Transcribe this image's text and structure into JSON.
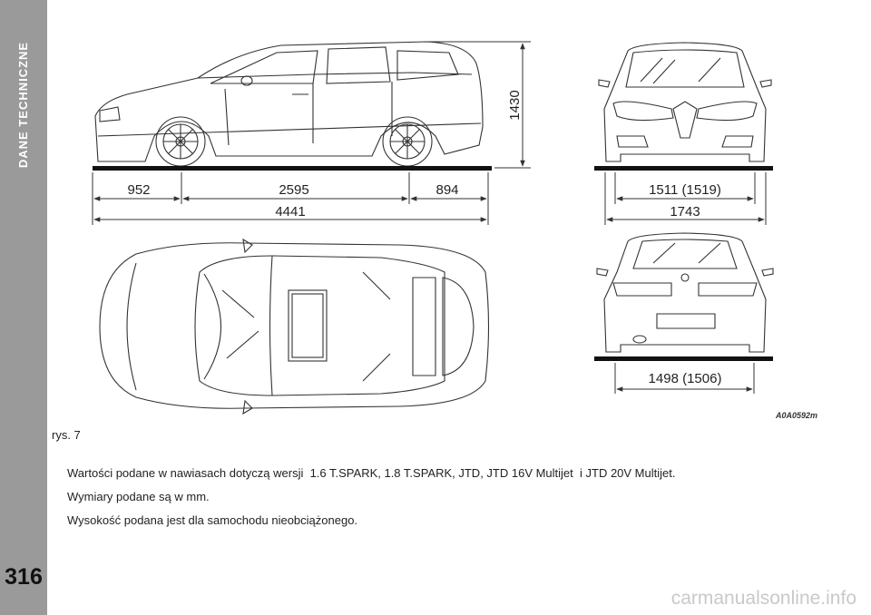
{
  "section_title": "DANE TECHNICZNE",
  "page_number": "316",
  "dimensions": {
    "front_overhang": "952",
    "wheelbase": "2595",
    "rear_overhang": "894",
    "length": "4441",
    "height": "1430",
    "front_track": "1511 (1519)",
    "width": "1743",
    "rear_track": "1498 (1506)"
  },
  "figure_caption": "rys. 7",
  "figure_code": "A0A0592m",
  "notes": [
    "Wartości podane w nawiasach dotyczą wersji  1.6 T.SPARK, 1.8 T.SPARK, JTD, JTD 16V Multijet  i JTD 20V Multijet.",
    "Wymiary podane są w mm.",
    "Wysokość podana jest dla samochodu nieobciążonego."
  ],
  "watermark": "carmanualsonline.info",
  "colors": {
    "side_bar": "#9a9a9a",
    "line": "#333333",
    "ground": "#111111"
  }
}
